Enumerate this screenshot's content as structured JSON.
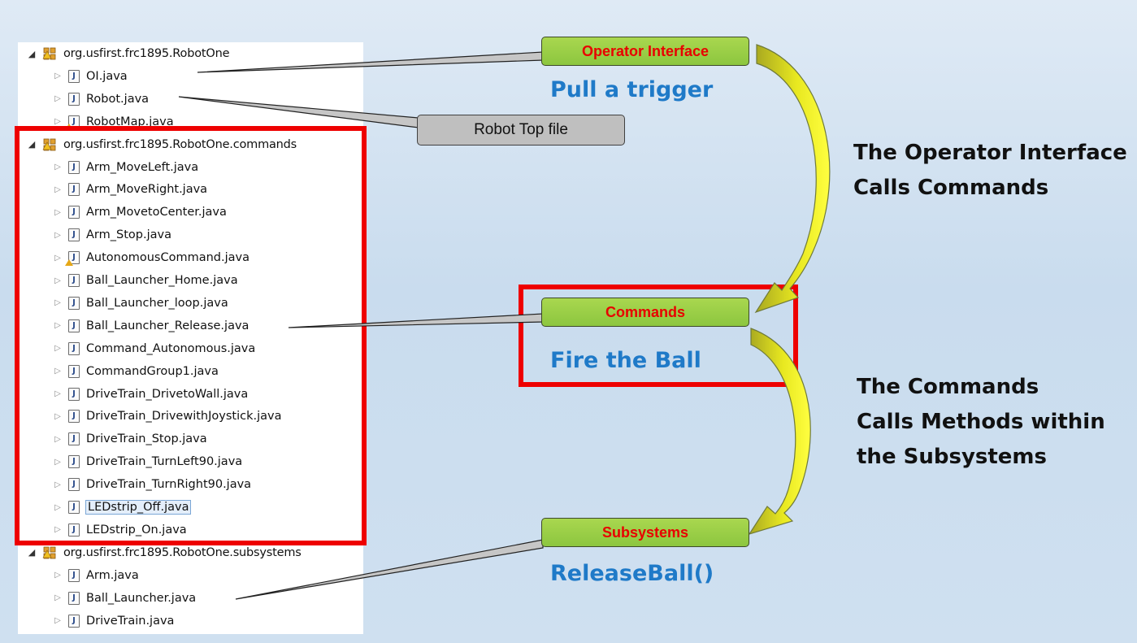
{
  "tree": {
    "rows": [
      {
        "label": "org.usfirst.frc1895.RobotOne",
        "kind": "package",
        "icon": "package-icon"
      },
      {
        "label": "OI.java",
        "kind": "file",
        "icon": "java-file-icon"
      },
      {
        "label": "Robot.java",
        "kind": "file",
        "icon": "java-file-icon"
      },
      {
        "label": "RobotMap.java",
        "kind": "file",
        "icon": "java-file-warning-icon"
      },
      {
        "label": "org.usfirst.frc1895.RobotOne.commands",
        "kind": "package",
        "icon": "package-icon"
      },
      {
        "label": "Arm_MoveLeft.java",
        "kind": "file",
        "icon": "java-file-icon"
      },
      {
        "label": "Arm_MoveRight.java",
        "kind": "file",
        "icon": "java-file-icon"
      },
      {
        "label": "Arm_MovetoCenter.java",
        "kind": "file",
        "icon": "java-file-icon"
      },
      {
        "label": "Arm_Stop.java",
        "kind": "file",
        "icon": "java-file-icon"
      },
      {
        "label": "AutonomousCommand.java",
        "kind": "file",
        "icon": "java-file-warning-icon"
      },
      {
        "label": "Ball_Launcher_Home.java",
        "kind": "file",
        "icon": "java-file-icon"
      },
      {
        "label": "Ball_Launcher_loop.java",
        "kind": "file",
        "icon": "java-file-icon"
      },
      {
        "label": "Ball_Launcher_Release.java",
        "kind": "file",
        "icon": "java-file-icon"
      },
      {
        "label": "Command_Autonomous.java",
        "kind": "file",
        "icon": "java-file-icon"
      },
      {
        "label": "CommandGroup1.java",
        "kind": "file",
        "icon": "java-file-icon"
      },
      {
        "label": "DriveTrain_DrivetoWall.java",
        "kind": "file",
        "icon": "java-file-icon"
      },
      {
        "label": "DriveTrain_DrivewithJoystick.java",
        "kind": "file",
        "icon": "java-file-icon"
      },
      {
        "label": "DriveTrain_Stop.java",
        "kind": "file",
        "icon": "java-file-icon"
      },
      {
        "label": "DriveTrain_TurnLeft90.java",
        "kind": "file",
        "icon": "java-file-icon"
      },
      {
        "label": "DriveTrain_TurnRight90.java",
        "kind": "file",
        "icon": "java-file-icon"
      },
      {
        "label": "LEDstrip_Off.java",
        "kind": "file",
        "icon": "java-file-icon",
        "selected": true
      },
      {
        "label": "LEDstrip_On.java",
        "kind": "file",
        "icon": "java-file-icon"
      },
      {
        "label": "org.usfirst.frc1895.RobotOne.subsystems",
        "kind": "package",
        "icon": "package-icon"
      },
      {
        "label": "Arm.java",
        "kind": "file",
        "icon": "java-file-icon"
      },
      {
        "label": "Ball_Launcher.java",
        "kind": "file",
        "icon": "java-file-icon"
      },
      {
        "label": "DriveTrain.java",
        "kind": "file",
        "icon": "java-file-icon"
      }
    ]
  },
  "callouts": {
    "operator_interface": "Operator Interface",
    "robot_top_file": "Robot Top file",
    "commands": "Commands",
    "subsystems": "Subsystems"
  },
  "captions": {
    "pull_trigger": "Pull a trigger",
    "fire_ball": "Fire the Ball",
    "release_ball": "ReleaseBall()"
  },
  "explanations": {
    "oi_calls_line1": "The Operator Interface",
    "oi_calls_line2": "Calls Commands",
    "commands_calls_line1": "The Commands",
    "commands_calls_line2": "Calls Methods within",
    "commands_calls_line3": "the Subsystems"
  },
  "colors": {
    "highlight_red": "#ee0000",
    "callout_green": "#8cc63f",
    "caption_blue": "#1f7ac8",
    "arrow_yellow": "#e8e820"
  }
}
